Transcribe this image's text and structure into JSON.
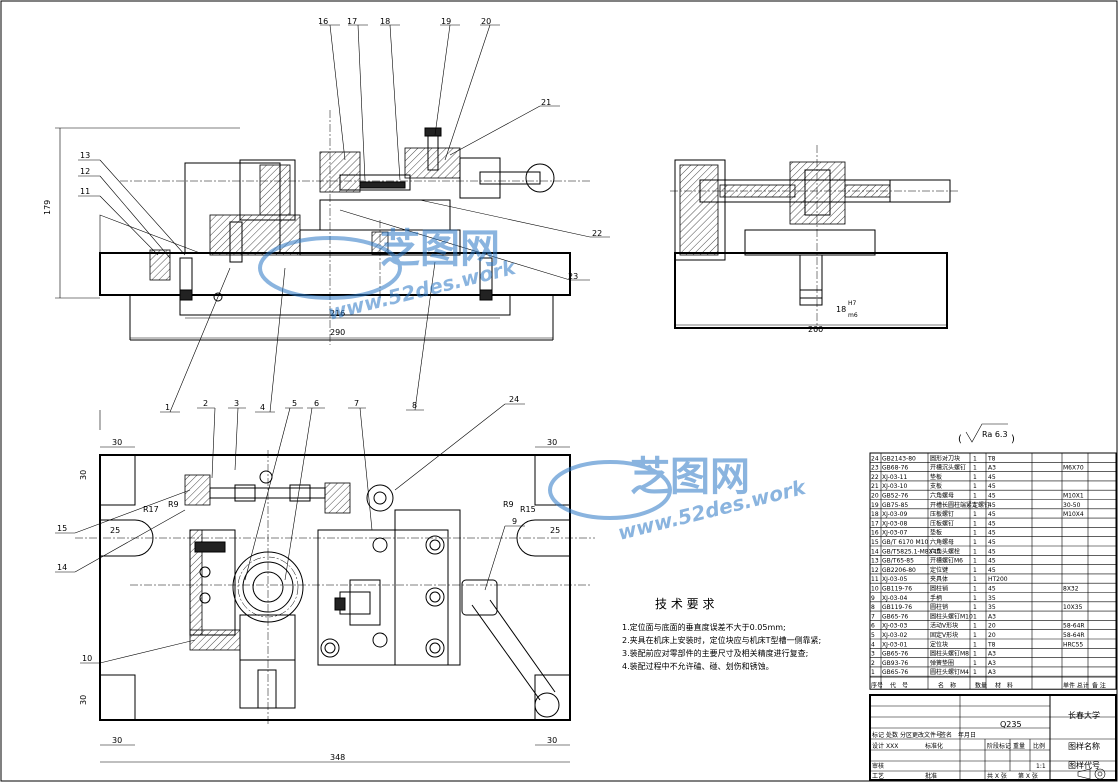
{
  "watermark": {
    "cn": "芝图网",
    "url": "www.52des.work"
  },
  "balloons_top": [
    "16",
    "17",
    "18",
    "19",
    "20",
    "21",
    "22",
    "23",
    "13",
    "12",
    "11"
  ],
  "balloons_mid": [
    "1",
    "2",
    "3",
    "4",
    "5",
    "6",
    "7",
    "8",
    "24"
  ],
  "balloons_left": [
    "15",
    "14",
    "10",
    "9"
  ],
  "dims": {
    "h179": "179",
    "d216": "216",
    "d290": "290",
    "d200": "200",
    "fit_a": "18",
    "fit_h": "H7",
    "fit_m": "m6",
    "d30a": "30",
    "d30b": "30",
    "d30c": "30",
    "d30d": "30",
    "d30e": "30",
    "d30f": "30",
    "d25a": "25",
    "d25b": "25",
    "r17": "R17",
    "r9": "R9",
    "r9b": "R9",
    "r15": "R15",
    "d348": "348"
  },
  "roughness": "Ra 6.3",
  "tech": {
    "title": "技 术 要 求",
    "lines": [
      "1.定位面与底面的垂直度误差不大于0.05mm;",
      "2.夹具在机床上安装时，定位块应与机床T型槽一侧靠紧;",
      "3.装配前应对零部件的主要尺寸及相关精度进行复查;",
      "4.装配过程中不允许磕、碰、划伤和锈蚀。"
    ]
  },
  "bom": [
    [
      "24",
      "GB2143-80",
      "圆形对刀块",
      "1",
      "T8",
      ""
    ],
    [
      "23",
      "GB68-76",
      "开槽沉头螺钉",
      "1",
      "A3",
      "M6X70"
    ],
    [
      "22",
      "XJ-03-11",
      "垫板",
      "1",
      "45",
      ""
    ],
    [
      "21",
      "XJ-03-10",
      "支板",
      "1",
      "45",
      ""
    ],
    [
      "20",
      "GB52-76",
      "六角螺母",
      "1",
      "45",
      "M10X1"
    ],
    [
      "19",
      "GB75-85",
      "开槽长圆柱端紧定螺钉",
      "1",
      "45",
      "30-50"
    ],
    [
      "18",
      "XJ-03-09",
      "压板螺钉",
      "1",
      "45",
      "M10X4"
    ],
    [
      "17",
      "XJ-03-08",
      "压板螺钉",
      "1",
      "45",
      ""
    ],
    [
      "16",
      "XJ-03-07",
      "垫板",
      "1",
      "45",
      ""
    ],
    [
      "15",
      "GB/T 6170 M10",
      "六角螺母",
      "1",
      "45",
      ""
    ],
    [
      "14",
      "GB/T5825.1-M8X45",
      "六角头螺栓",
      "1",
      "45",
      ""
    ],
    [
      "13",
      "GB/T65-85",
      "开槽螺钉M6",
      "1",
      "45",
      ""
    ],
    [
      "12",
      "GB2206-80",
      "定位键",
      "1",
      "45",
      ""
    ],
    [
      "11",
      "XJ-03-05",
      "夹具体",
      "1",
      "HT200",
      ""
    ],
    [
      "10",
      "GB119-76",
      "圆柱销",
      "1",
      "45",
      "8X32"
    ],
    [
      "9",
      "XJ-03-04",
      "手柄",
      "1",
      "35",
      ""
    ],
    [
      "8",
      "GB119-76",
      "圆柱销",
      "1",
      "35",
      "10X35"
    ],
    [
      "7",
      "GB65-76",
      "圆柱头螺钉M10",
      "1",
      "A3",
      ""
    ],
    [
      "6",
      "XJ-03-03",
      "活动V形块",
      "1",
      "20",
      "58-64R"
    ],
    [
      "5",
      "XJ-03-02",
      "固定V形块",
      "1",
      "20",
      "58-64R"
    ],
    [
      "4",
      "XJ-03-01",
      "定位块",
      "1",
      "T8",
      "HRC55"
    ],
    [
      "3",
      "GB65-76",
      "圆柱头螺钉M8",
      "1",
      "A3",
      ""
    ],
    [
      "2",
      "GB93-76",
      "弹簧垫圈",
      "1",
      "A3",
      ""
    ],
    [
      "1",
      "GB65-76",
      "圆柱头螺钉M4",
      "1",
      "A3",
      ""
    ]
  ],
  "bom_header": [
    "序号",
    "代　号",
    "名　称",
    "数量",
    "材　料",
    "单件 总计",
    "备 注"
  ],
  "title_block": {
    "school": "长春大学",
    "material": "Q235",
    "drawing_name": "图样名称",
    "drawing_code": "图样代号",
    "scale": "1:1",
    "stage": "阶段标记",
    "weight": "重量",
    "ratio": "比例",
    "mark": "标记",
    "count": "处数",
    "zone": "分区",
    "change_doc": "更改文件号",
    "sign": "签名",
    "date": "年月日",
    "design": "设计",
    "design_name": "XXX",
    "std": "标准化",
    "review": "审核",
    "process": "工艺",
    "approve": "批准",
    "sheets": "共 X 张",
    "sheet_no": "第 X 张"
  }
}
